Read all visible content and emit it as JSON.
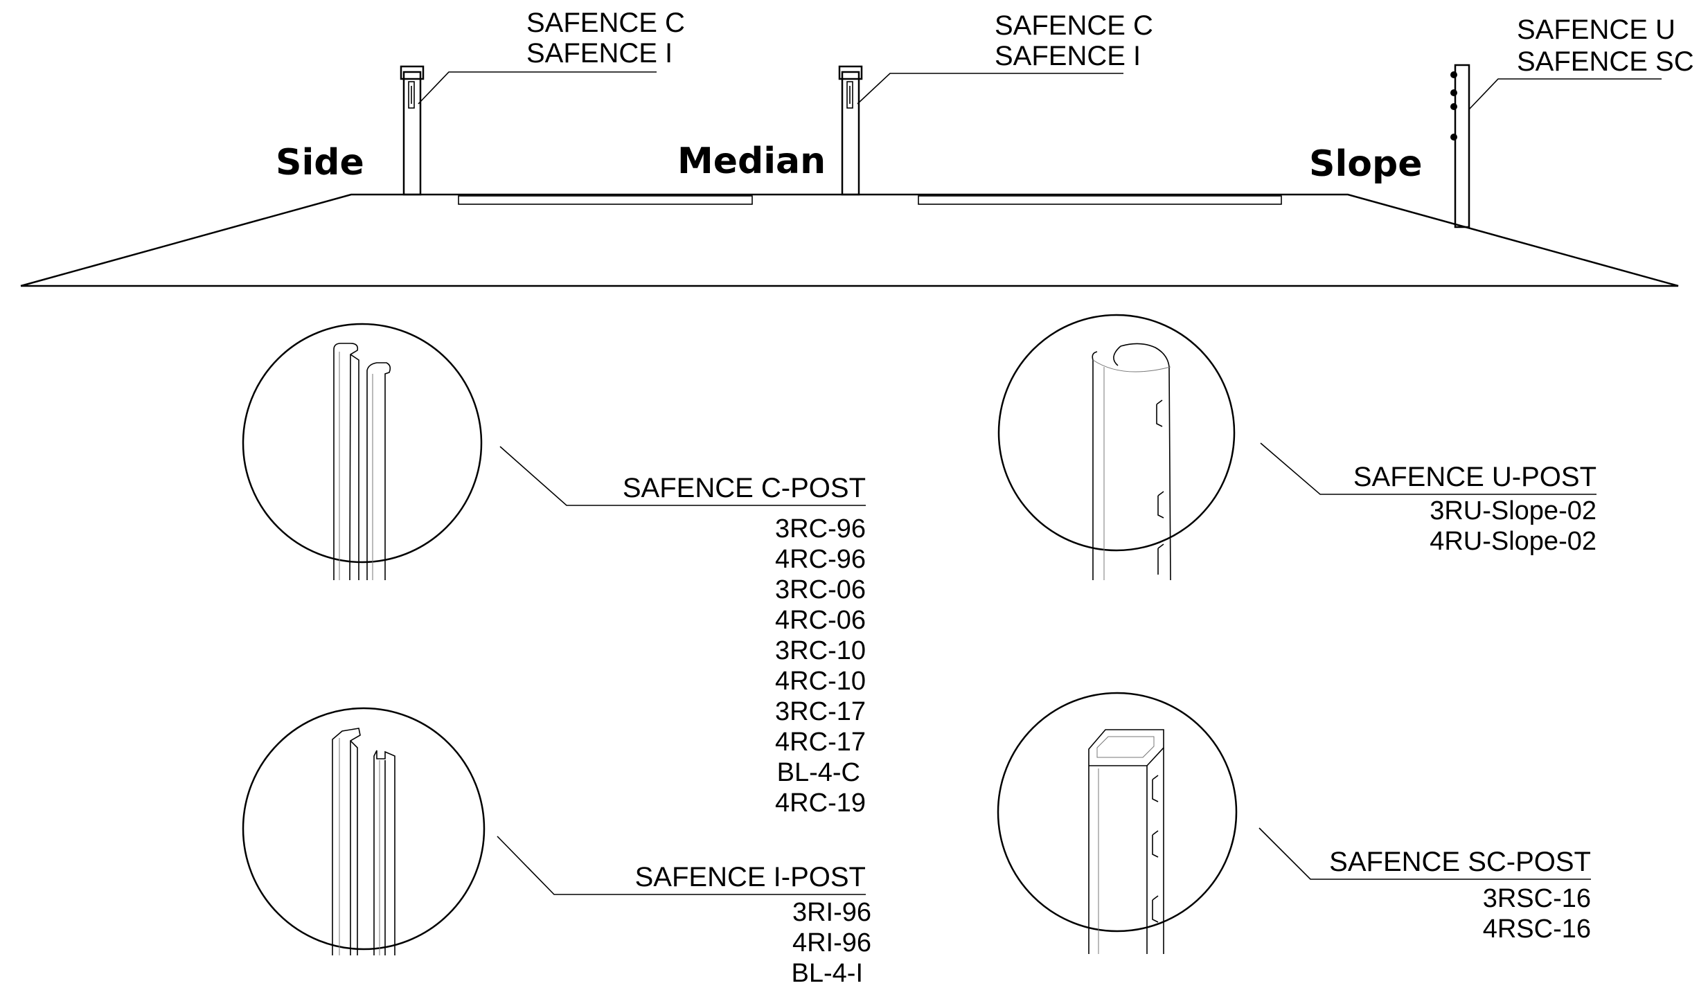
{
  "road_section": {
    "headings": {
      "side": "Side",
      "median": "Median",
      "slope": "Slope"
    },
    "callouts": {
      "side": [
        "SAFENCE C",
        "SAFENCE I"
      ],
      "median": [
        "SAFENCE C",
        "SAFENCE I"
      ],
      "slope": [
        "SAFENCE U",
        "SAFENCE SC"
      ]
    }
  },
  "post_details": {
    "c_post": {
      "title": "SAFENCE C-POST",
      "codes": [
        "3RC-96",
        "4RC-96",
        "3RC-06",
        "4RC-06",
        "3RC-10",
        "4RC-10",
        "3RC-17",
        "4RC-17",
        "BL-4-C",
        "4RC-19"
      ]
    },
    "i_post": {
      "title": "SAFENCE I-POST",
      "codes": [
        "3RI-96",
        "4RI-96",
        "BL-4-I"
      ]
    },
    "u_post": {
      "title": "SAFENCE U-POST",
      "codes": [
        "3RU-Slope-02",
        "4RU-Slope-02"
      ]
    },
    "sc_post": {
      "title": "SAFENCE SC-POST",
      "codes": [
        "3RSC-16",
        "4RSC-16"
      ]
    }
  }
}
